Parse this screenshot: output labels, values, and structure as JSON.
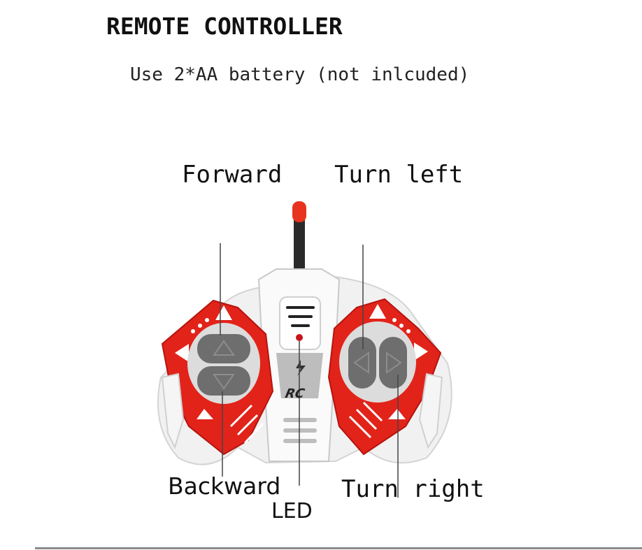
{
  "title": "REMOTE CONTROLLER",
  "subtitle": "Use 2*AA battery (not inlcuded)",
  "labels": {
    "forward": "Forward",
    "turn_left": "Turn left",
    "backward": "Backward",
    "turn_right": "Turn right",
    "led": "LED"
  },
  "remote_logo": "RC",
  "colors": {
    "body_red": "#e2231a",
    "button_gray": "#6e6e6e",
    "shell_white": "#f1f1f1",
    "antenna_tip": "#e8341f"
  }
}
